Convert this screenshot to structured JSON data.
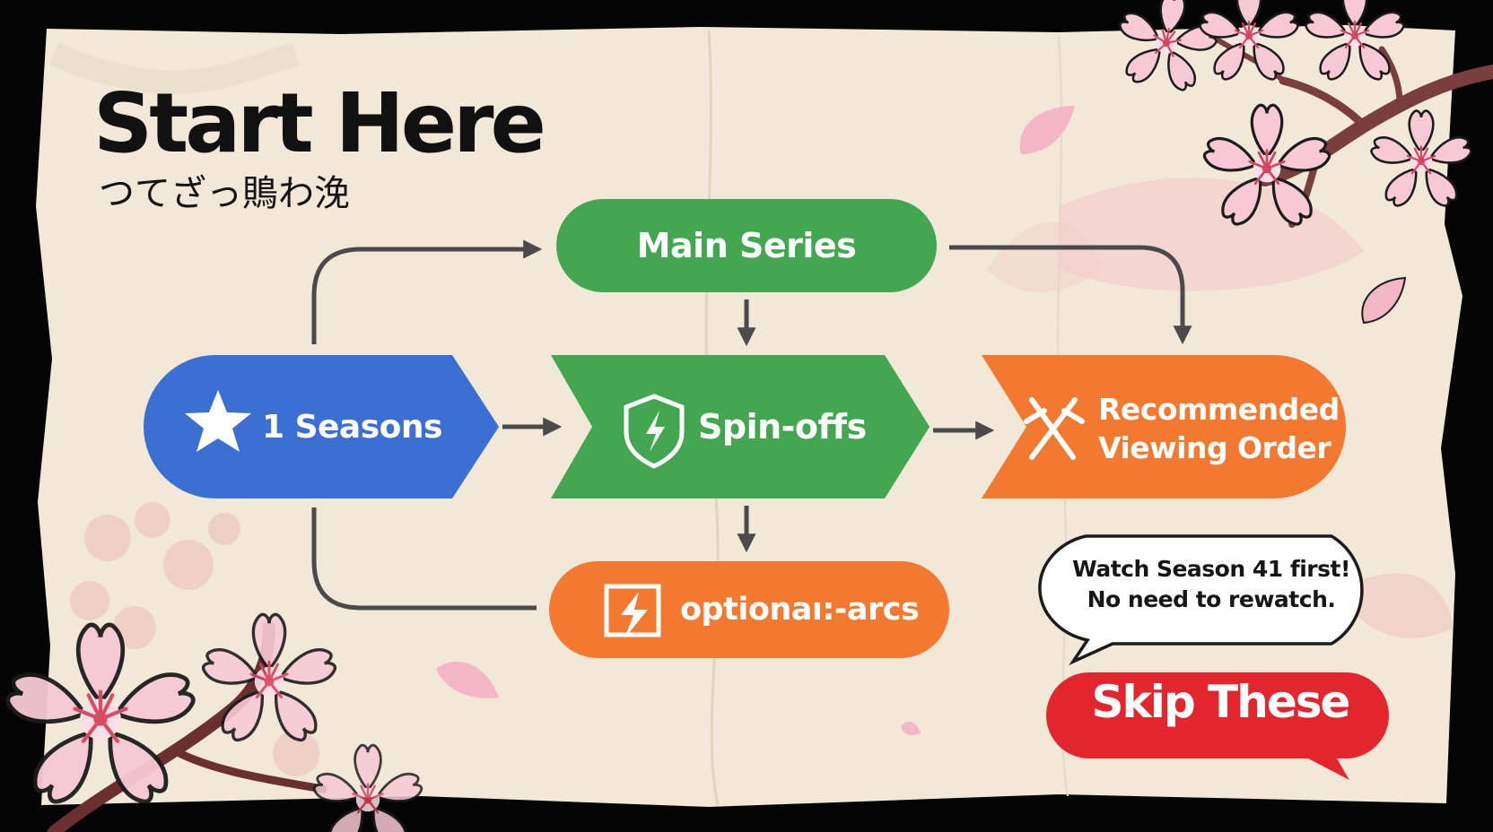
{
  "title": "Start Here",
  "subtitle": "つてざっ鵙わ浼",
  "nodes": {
    "main_series": "Main Series",
    "seasons": "1  Seasons",
    "spin_offs": "Spin-offs",
    "recommended_line1": "Recommended",
    "recommended_line2": "Viewing Order",
    "optional_arcs": "optionaı:-arcs"
  },
  "speech": {
    "line1": "Watch Season 41 first!",
    "line2": "No need to rewatch."
  },
  "skip_label": "Skip These",
  "colors": {
    "paper": "#f2e8d8",
    "green": "#43a651",
    "blue": "#3b6fd2",
    "orange": "#f2792f",
    "red": "#e3262e",
    "arrow": "#4a4a4a",
    "blossom": "#f7c9d5"
  },
  "icons": [
    "star-icon",
    "shield-bolt-icon",
    "crossed-swords-icon",
    "lightning-box-icon",
    "cherry-blossom-icon"
  ]
}
